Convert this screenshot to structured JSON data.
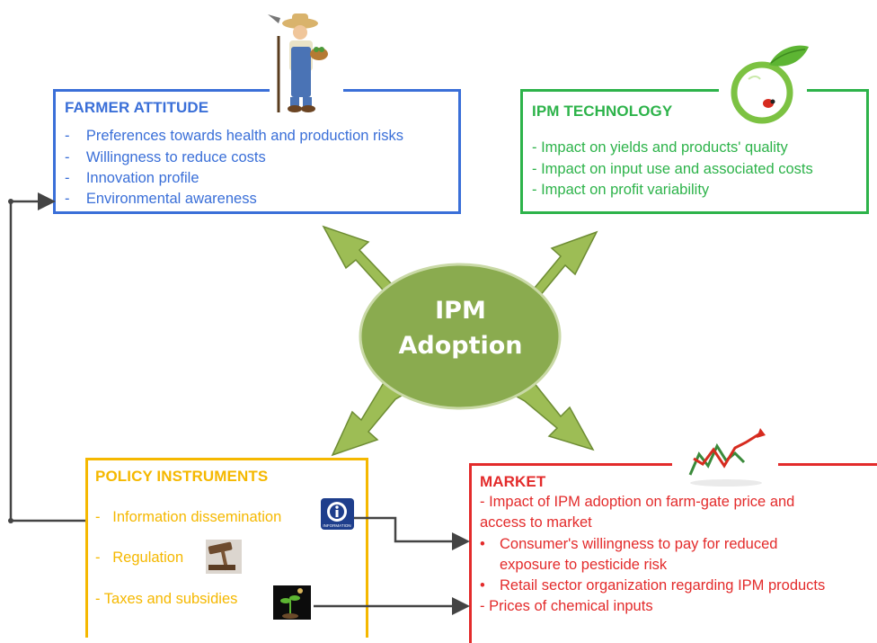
{
  "center": {
    "line1": "IPM",
    "line2": "Adoption"
  },
  "farmer_attitude": {
    "title": "FARMER ATTITUDE",
    "items": [
      "Preferences towards health and production risks",
      "Willingness to reduce costs",
      "Innovation profile",
      "Environmental awareness"
    ]
  },
  "ipm_technology": {
    "title": "IPM TECHNOLOGY",
    "items": [
      "- Impact on yields and products' quality",
      "- Impact on input use and associated costs",
      "- Impact on profit variability"
    ]
  },
  "policy_instruments": {
    "title": "POLICY INSTRUMENTS",
    "items": [
      "-   Information dissemination",
      "-   Regulation",
      "- Taxes and subsidies"
    ],
    "info_icon_caption": "INFORMATION"
  },
  "market": {
    "title": "MARKET",
    "line1": "- Impact of IPM adoption on farm-gate price and",
    "line2": "access to market",
    "bullet1_a": "Consumer's willingness to pay for reduced",
    "bullet1_b": "exposure to pesticide risk",
    "bullet2": "Retail sector organization regarding IPM products",
    "line3": "- Prices of chemical inputs"
  },
  "colors": {
    "farmer": "#3a6fd8",
    "technology": "#2db34a",
    "policy": "#f5b800",
    "market": "#e32b2b",
    "center_fill": "#8aab4f",
    "arrow_fill": "#9dbd55"
  }
}
